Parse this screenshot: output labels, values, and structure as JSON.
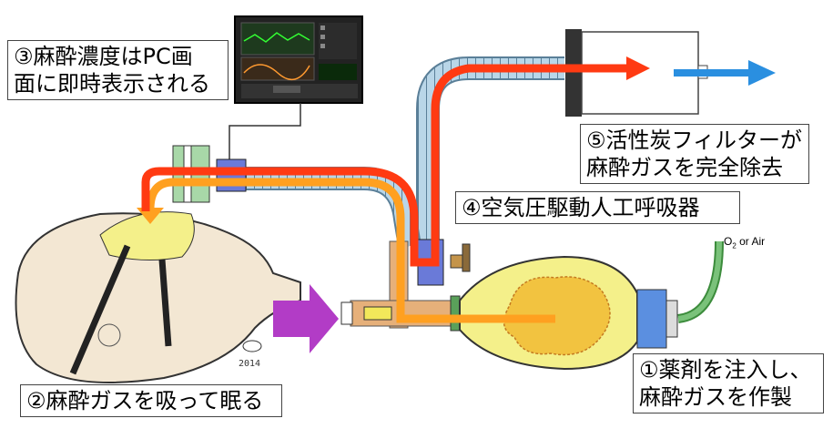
{
  "labels": {
    "step3_line1": "③麻酔濃度はPC画",
    "step3_line2": "面に即時表示される",
    "step5_line1": "⑤活性炭フィルターが",
    "step5_line2": "麻酔ガスを完全除去",
    "step4": "④空気圧駆動人工呼吸器",
    "step2": "②麻酔ガスを吸って眠る",
    "step1_line1": "①薬剤を注入し、",
    "step1_line2": "麻酔ガスを作製"
  },
  "gas_source": {
    "o2_prefix": "O",
    "o2_subscript": "2",
    "suffix": " or Air"
  },
  "signature": "2014",
  "colors": {
    "flow_red": "#ff3a12",
    "flow_orange": "#ffa020",
    "outflow_blue": "#2a8fe0",
    "inject_purple": "#b23cc6",
    "anesthetic_yellow": "#f4f08a",
    "filter_dark": "#333333",
    "tube_blue": "#9ec5de",
    "monitor_bg": "#222222"
  },
  "icons": {
    "right-arrow": "flow direction",
    "down-arrow": "flow direction"
  }
}
